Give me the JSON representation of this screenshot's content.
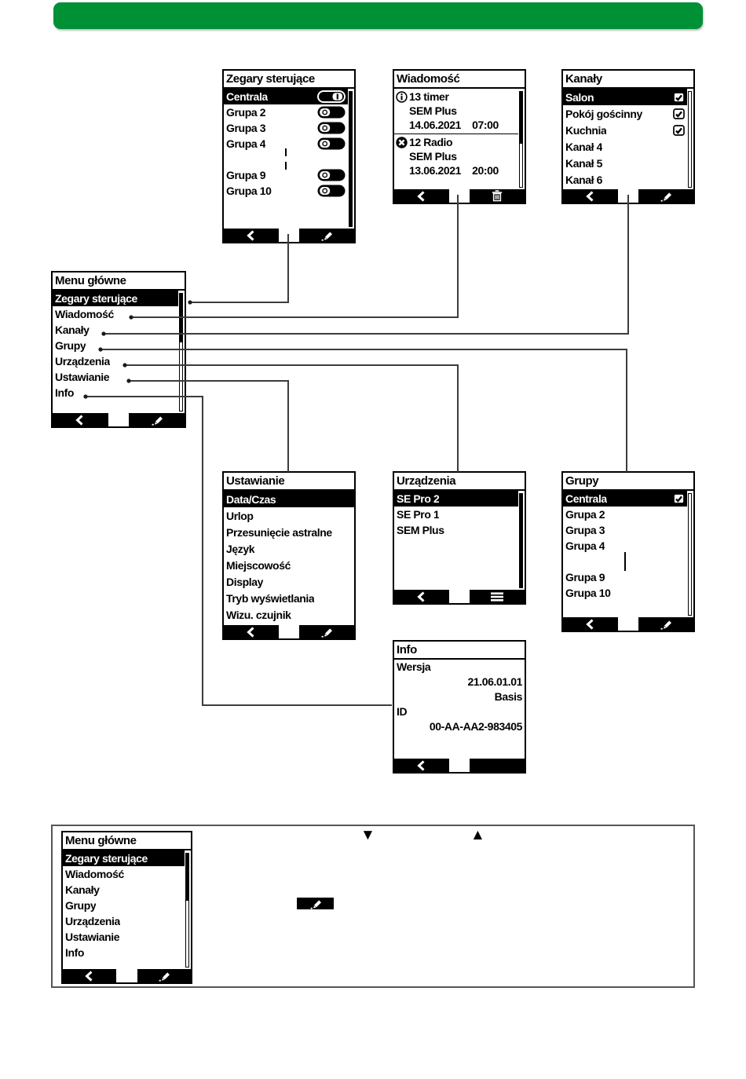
{
  "header": {
    "accent_green": "#009036"
  },
  "icons_legend": {
    "back": "chevron-left",
    "edit": "pencil",
    "delete": "trash",
    "menu": "hamburger",
    "toggle_on": "switch-on",
    "toggle_off": "switch-off",
    "checkbox": "checkbox-checked",
    "info": "info-circle",
    "error": "error-circle"
  },
  "screens": {
    "zegary": {
      "title": "Zegary sterujące",
      "rows": [
        {
          "label": "Centrala",
          "hl": true,
          "icon": "toggle_on"
        },
        {
          "label": "Grupa 2",
          "icon": "toggle_off"
        },
        {
          "label": "Grupa 3",
          "icon": "toggle_off"
        },
        {
          "label": "Grupa 4",
          "icon": "toggle_off"
        },
        {
          "label": "",
          "ellipsis": true,
          "icon": "vdots"
        },
        {
          "label": "Grupa 9",
          "icon": "toggle_off"
        },
        {
          "label": "Grupa 10",
          "icon": "toggle_off"
        }
      ],
      "buttons": {
        "left": "back",
        "right": "edit"
      }
    },
    "wiadomosc": {
      "title": "Wiadomość",
      "messages": [
        {
          "icon": "info",
          "title": "13 timer",
          "device": "SEM Plus",
          "date": "14.06.2021",
          "time": "07:00"
        },
        {
          "icon": "error",
          "title": "12 Radio",
          "device": "SEM Plus",
          "date": "13.06.2021",
          "time": "20:00"
        }
      ],
      "buttons": {
        "left": "back",
        "right": "delete"
      }
    },
    "kanaly": {
      "title": "Kanały",
      "rows": [
        {
          "label": "Salon",
          "hl": true,
          "icon": "checkbox"
        },
        {
          "label": "Pokój gościnny",
          "icon": "checkbox"
        },
        {
          "label": "Kuchnia",
          "icon": "checkbox"
        },
        {
          "label": "Kanał 4"
        },
        {
          "label": "Kanał 5"
        },
        {
          "label": "Kanał 6"
        }
      ],
      "buttons": {
        "left": "back",
        "right": "edit"
      }
    },
    "menu": {
      "title": "Menu główne",
      "rows": [
        {
          "label": "Zegary sterujące",
          "hl": true
        },
        {
          "label": "Wiadomość"
        },
        {
          "label": "Kanały"
        },
        {
          "label": "Grupy"
        },
        {
          "label": "Urządzenia"
        },
        {
          "label": "Ustawianie"
        },
        {
          "label": "Info"
        }
      ],
      "buttons": {
        "left": "back",
        "right": "edit"
      }
    },
    "ustawianie": {
      "title": "Ustawianie",
      "rows": [
        {
          "label": "Data/Czas",
          "hl": true
        },
        {
          "label": "Urlop"
        },
        {
          "label": "Przesunięcie astralne"
        },
        {
          "label": "Język"
        },
        {
          "label": "Miejscowość"
        },
        {
          "label": "Display"
        },
        {
          "label": "Tryb wyświetlania"
        },
        {
          "label": "Wizu. czujnik"
        }
      ],
      "buttons": {
        "left": "back",
        "right": "edit"
      }
    },
    "urzadzenia": {
      "title": "Urządzenia",
      "rows": [
        {
          "label": "SE Pro 2",
          "hl": true
        },
        {
          "label": "SE Pro 1"
        },
        {
          "label": "SEM Plus"
        }
      ],
      "buttons": {
        "left": "back",
        "right": "menu"
      }
    },
    "grupy": {
      "title": "Grupy",
      "rows": [
        {
          "label": "Centrala",
          "hl": true,
          "icon": "checkbox"
        },
        {
          "label": "Grupa 2"
        },
        {
          "label": "Grupa 3"
        },
        {
          "label": "Grupa 4"
        },
        {
          "label": "",
          "ellipsis": true,
          "icon": "vline"
        },
        {
          "label": "Grupa 9"
        },
        {
          "label": "Grupa 10"
        }
      ],
      "buttons": {
        "left": "back",
        "right": "edit"
      }
    },
    "info": {
      "title": "Info",
      "lines": [
        {
          "text": "Wersja",
          "align": "left"
        },
        {
          "text": "21.06.01.01",
          "align": "right"
        },
        {
          "text": "Basis",
          "align": "right"
        },
        {
          "text": "ID",
          "align": "left"
        },
        {
          "text": "00-AA-AA2-983405",
          "align": "right"
        }
      ],
      "buttons": {
        "left": "back",
        "right": "none"
      }
    }
  },
  "bottom_panel": {
    "scroll_down": "▼",
    "scroll_up": "▲"
  }
}
